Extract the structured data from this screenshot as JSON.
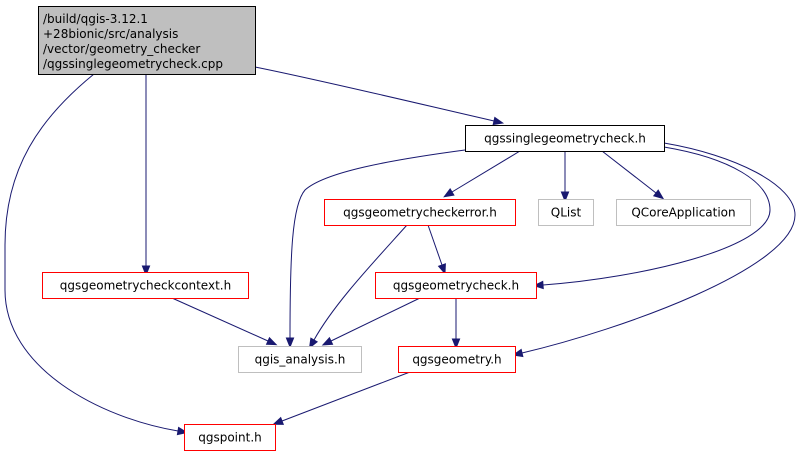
{
  "diagram": {
    "colors": {
      "edge": "#191970",
      "border_black": "#000000",
      "border_red": "#ff0000",
      "border_gray": "#bfbfbf",
      "root_fill": "#bfbfbf",
      "node_fill": "#ffffff"
    },
    "nodes": [
      {
        "id": "root",
        "lines": [
          "/build/qgis-3.12.1",
          "+28bionic/src/analysis",
          "/vector/geometry_checker",
          "/qgssinglegeometrycheck.cpp"
        ],
        "style": "root"
      },
      {
        "id": "singlecheck_h",
        "lines": [
          "qgssinglegeometrycheck.h"
        ],
        "style": "black"
      },
      {
        "id": "checkerror_h",
        "lines": [
          "qgsgeometrycheckerror.h"
        ],
        "style": "red"
      },
      {
        "id": "qlist",
        "lines": [
          "QList"
        ],
        "style": "gray"
      },
      {
        "id": "qcoreapp",
        "lines": [
          "QCoreApplication"
        ],
        "style": "gray"
      },
      {
        "id": "checkcontext_h",
        "lines": [
          "qgsgeometrycheckcontext.h"
        ],
        "style": "red"
      },
      {
        "id": "check_h",
        "lines": [
          "qgsgeometrycheck.h"
        ],
        "style": "red"
      },
      {
        "id": "analysis_h",
        "lines": [
          "qgis_analysis.h"
        ],
        "style": "gray"
      },
      {
        "id": "geometry_h",
        "lines": [
          "qgsgeometry.h"
        ],
        "style": "red"
      },
      {
        "id": "point_h",
        "lines": [
          "qgspoint.h"
        ],
        "style": "red"
      }
    ],
    "edges": [
      {
        "from": "root",
        "to": "singlecheck_h"
      },
      {
        "from": "root",
        "to": "checkcontext_h"
      },
      {
        "from": "root",
        "to": "point_h"
      },
      {
        "from": "singlecheck_h",
        "to": "checkerror_h"
      },
      {
        "from": "singlecheck_h",
        "to": "qlist"
      },
      {
        "from": "singlecheck_h",
        "to": "qcoreapp"
      },
      {
        "from": "singlecheck_h",
        "to": "analysis_h"
      },
      {
        "from": "singlecheck_h",
        "to": "check_h"
      },
      {
        "from": "singlecheck_h",
        "to": "geometry_h"
      },
      {
        "from": "checkerror_h",
        "to": "check_h"
      },
      {
        "from": "checkerror_h",
        "to": "analysis_h"
      },
      {
        "from": "checkcontext_h",
        "to": "analysis_h"
      },
      {
        "from": "check_h",
        "to": "analysis_h"
      },
      {
        "from": "check_h",
        "to": "geometry_h"
      },
      {
        "from": "geometry_h",
        "to": "point_h"
      }
    ]
  }
}
